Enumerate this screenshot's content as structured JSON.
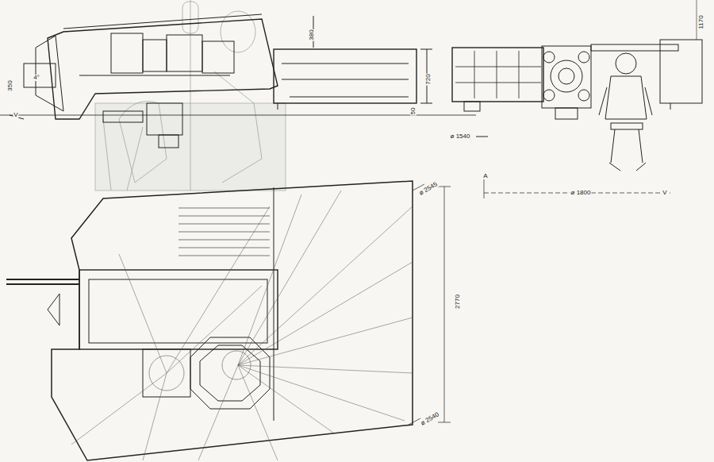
{
  "diagram": {
    "labels": [
      "1170",
      "380",
      "720",
      "50",
      "350",
      "4°",
      "ø 1540",
      "ø 2545",
      "ø 1800",
      "2770",
      "ø 2540",
      "A",
      "V",
      "V"
    ]
  }
}
